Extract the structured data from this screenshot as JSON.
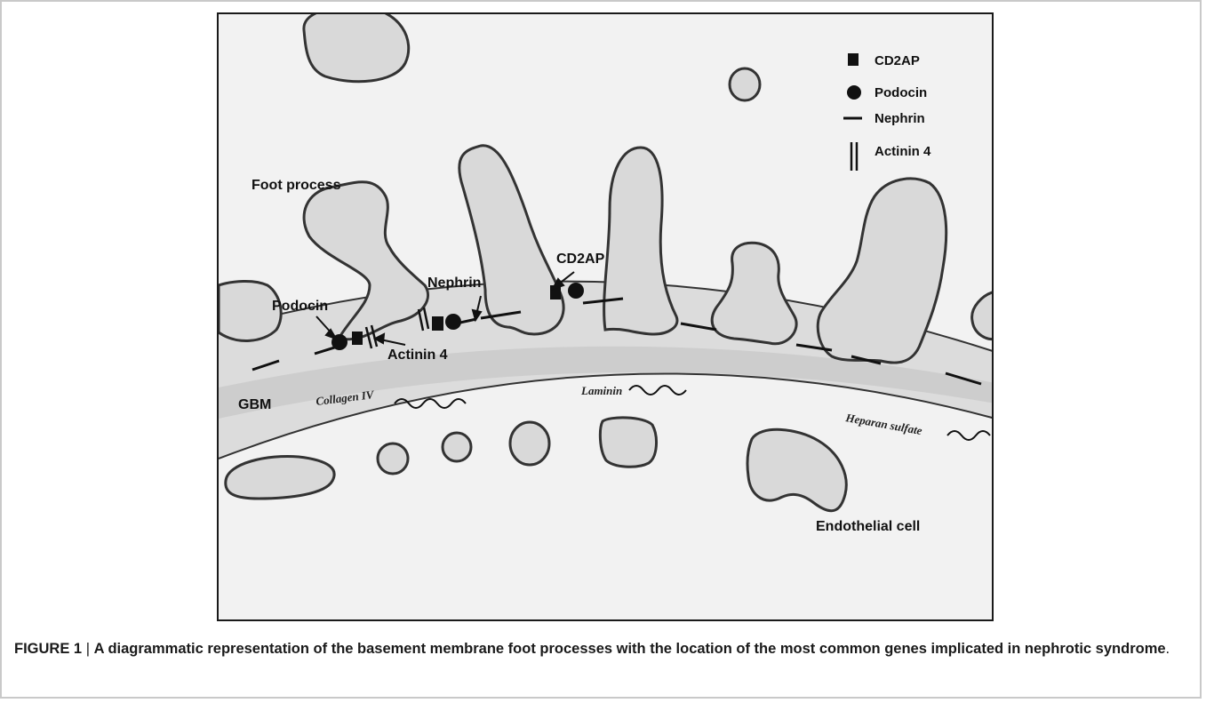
{
  "legend": {
    "items": [
      {
        "symbol": "square",
        "label": "CD2AP"
      },
      {
        "symbol": "circle",
        "label": "Podocin"
      },
      {
        "symbol": "line",
        "label": "Nephrin"
      },
      {
        "symbol": "double-bar",
        "label": "Actinin 4"
      }
    ]
  },
  "labels": {
    "foot_process": "Foot process",
    "podocin": "Podocin",
    "actinin": "Actinin 4",
    "nephrin": "Nephrin",
    "cd2ap": "CD2AP",
    "gbm": "GBM",
    "collagen": "Collagen IV",
    "laminin": "Laminin",
    "heparan": "Heparan sulfate",
    "endothelial": "Endothelial cell"
  },
  "caption": {
    "label": "FIGURE 1",
    "separator": " | ",
    "text": "A diagrammatic representation of the basement membrane foot processes with the location of the most common genes implicated in nephrotic syndrome",
    "end": "."
  }
}
